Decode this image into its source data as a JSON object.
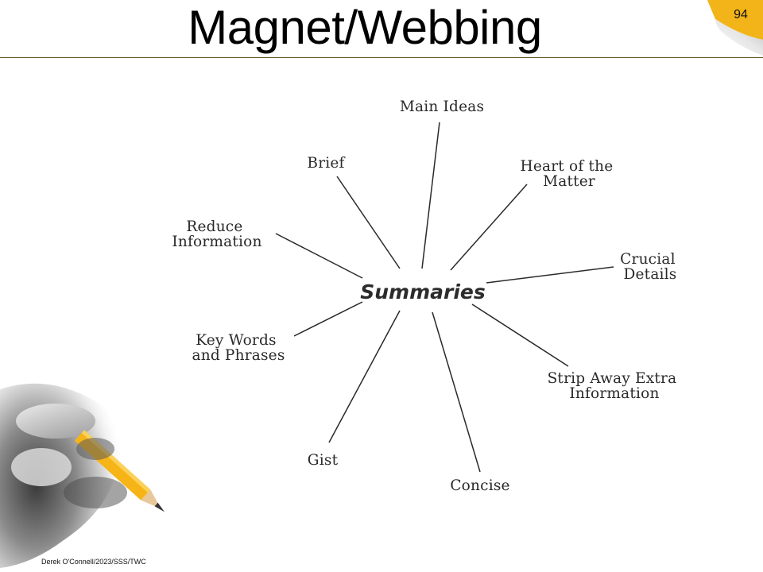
{
  "slide": {
    "title": "Magnet/Webbing",
    "page_number": "94",
    "footer": "Derek O'Connell/2023/SSS/TWC"
  },
  "web": {
    "center": "Summaries",
    "nodes": [
      {
        "lines": [
          "Main Ideas"
        ]
      },
      {
        "lines": [
          "Heart of the",
          "Matter"
        ]
      },
      {
        "lines": [
          "Crucial",
          "Details"
        ]
      },
      {
        "lines": [
          "Strip Away Extra",
          "Information"
        ]
      },
      {
        "lines": [
          "Concise"
        ]
      },
      {
        "lines": [
          "Gist"
        ]
      },
      {
        "lines": [
          "Key Words",
          "and Phrases"
        ]
      },
      {
        "lines": [
          "Reduce",
          "Information"
        ]
      },
      {
        "lines": [
          "Brief"
        ]
      }
    ]
  },
  "colors": {
    "corner_accent": "#f2b418",
    "title_rule": "#6b5a2a",
    "pencil_body": "#f6b416"
  },
  "icons": {
    "corner": "page-curl-icon",
    "illustration": "hand-pencil-icon"
  }
}
